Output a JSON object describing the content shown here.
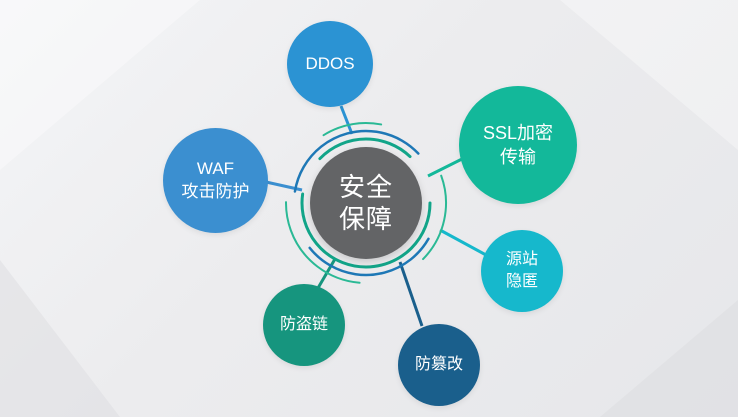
{
  "center": {
    "line1": "安全",
    "line2": "保障",
    "color": "#636466"
  },
  "nodes": [
    {
      "id": "ddos",
      "line1": "DDOS",
      "line2": "",
      "color": "#2b93d3"
    },
    {
      "id": "ssl",
      "line1": "SSL加密",
      "line2": "传输",
      "color": "#13b89a"
    },
    {
      "id": "waf",
      "line1": "WAF",
      "line2": "攻击防护",
      "color": "#3b8fd0"
    },
    {
      "id": "src",
      "line1": "源站",
      "line2": "隐匿",
      "color": "#16b8cc"
    },
    {
      "id": "chain",
      "line1": "防盗链",
      "line2": "",
      "color": "#16957e"
    },
    {
      "id": "tamper",
      "line1": "防篡改",
      "line2": "",
      "color": "#1a5f8c"
    }
  ],
  "ring_colors": {
    "teal": "#12a589",
    "blue": "#1e78b6",
    "green": "#2ab995"
  }
}
